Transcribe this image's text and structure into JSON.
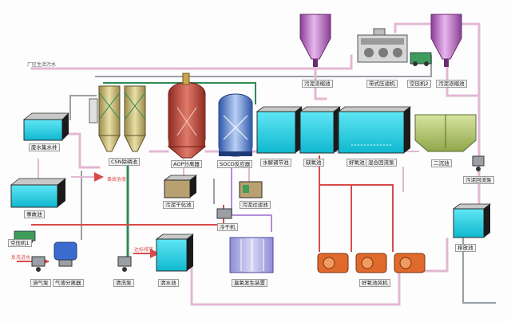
{
  "labels": {
    "plant_drain": "厂区生活污水",
    "wastewater_collect_well": "废水集水井",
    "csn_tower": "CSN除磷池",
    "aop_separator": "AOP分离器",
    "socd_reactor": "SOCD反应器",
    "hydrolysis_tank": "水解调节池",
    "anoxic_tank": "缺氧池",
    "aerobic_tank": "好氧池",
    "mix_reflux": "混合回流泵",
    "secondary_clarifier": "二沉池",
    "sludge_thickener_left": "污泥浓缩池",
    "belt_press": "带式压滤机",
    "air_compressor_2": "空压机2",
    "sludge_thickener_right": "污泥浓缩池",
    "sludge_return_pump": "污泥回流泵",
    "emergency_tank": "事故池",
    "sludge_dry_tank": "污泥干化池",
    "sludge_filter_tank": "污泥过滤池",
    "to_emergency": "事故池液",
    "air_compressor_1": "空压机1",
    "chiller": "冷干机",
    "ozone_generator": "臭氧发生装置",
    "discharge_tank": "排放池",
    "aeration_blower": "好氧池风机",
    "gas_pump": "溶气泵",
    "gas_separator": "气液分离器",
    "cleaning_pump": "清洗泵",
    "clean_water_tank": "清水池",
    "backwash": "反洗进水",
    "treated_water": "达标排放"
  },
  "colors": {
    "water": "#14d1e8",
    "pipe_pink": "#e2b8d2",
    "pipe_red": "#d94b4b",
    "pipe_green": "#2e8b57",
    "pipe_gray": "#9aa0a6",
    "tank_border": "#2a2a2a",
    "silo_purple": "#b36bb8",
    "aop_red": "#c4463a",
    "socd_blue": "#5a86d6",
    "blower_orange": "#e06a2b"
  }
}
